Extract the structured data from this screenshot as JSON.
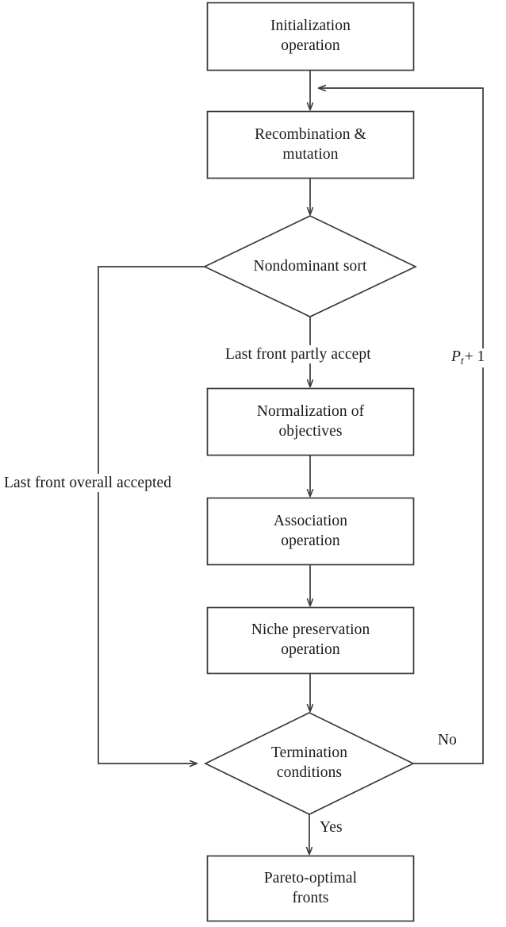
{
  "diagram": {
    "title": "NSGA-III algorithm flowchart",
    "type": "flowchart",
    "stroke_color": "#3a3a3a",
    "text_color": "#1a1a1a",
    "background_color": "#ffffff",
    "nodes": [
      {
        "id": "init",
        "shape": "rectangle",
        "label": "Initialization\noperation"
      },
      {
        "id": "recomb",
        "shape": "rectangle",
        "label": "Recombination &\nmutation"
      },
      {
        "id": "nondom",
        "shape": "diamond",
        "label": "Nondominant sort"
      },
      {
        "id": "normalization",
        "shape": "rectangle",
        "label": "Normalization of\nobjectives"
      },
      {
        "id": "association",
        "shape": "rectangle",
        "label": "Association\noperation"
      },
      {
        "id": "niche",
        "shape": "rectangle",
        "label": "Niche preservation\noperation"
      },
      {
        "id": "termination",
        "shape": "diamond",
        "label": "Termination\nconditions"
      },
      {
        "id": "pareto",
        "shape": "rectangle",
        "label": "Pareto-optimal\nfronts"
      }
    ],
    "edge_labels": {
      "last_front_partly_accept": "Last front partly accept",
      "last_front_overall_accepted": "Last front overall accepted",
      "no": "No",
      "yes": "Yes"
    },
    "math_labels": {
      "population_next": {
        "base": "P",
        "subscript": "t",
        "suffix": "+ 1"
      }
    },
    "edges": [
      {
        "from": "init",
        "to": "recomb",
        "label": ""
      },
      {
        "from": "recomb",
        "to": "nondom",
        "label": ""
      },
      {
        "from": "nondom",
        "to": "normalization",
        "label": "Last front partly accept"
      },
      {
        "from": "nondom",
        "to": "termination",
        "label": "Last front overall accepted"
      },
      {
        "from": "normalization",
        "to": "association",
        "label": ""
      },
      {
        "from": "association",
        "to": "niche",
        "label": ""
      },
      {
        "from": "niche",
        "to": "termination",
        "label": ""
      },
      {
        "from": "termination",
        "to": "recomb",
        "label": "No"
      },
      {
        "from": "termination",
        "to": "pareto",
        "label": "Yes"
      }
    ]
  }
}
